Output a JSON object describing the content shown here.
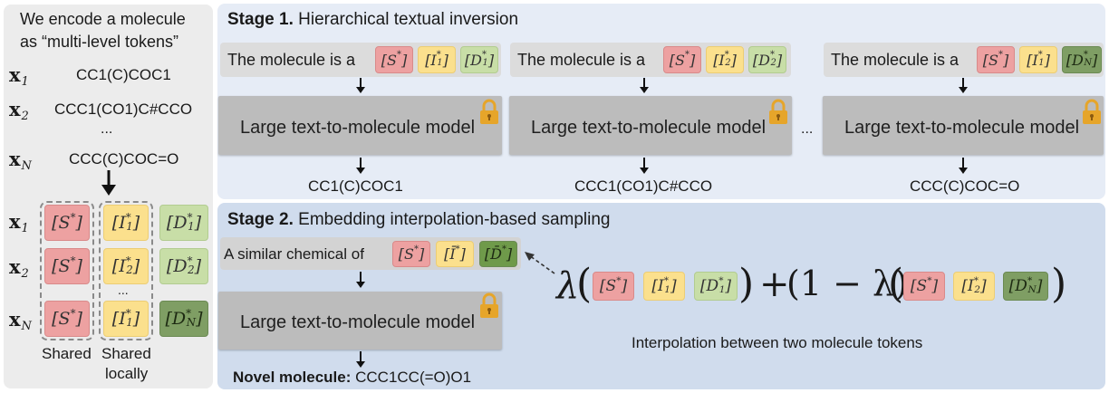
{
  "left_panel": {
    "header_line1": "We encode a molecule",
    "header_line2": "as “multi-level tokens”",
    "molecules": [
      {
        "var": "x",
        "sub": "1",
        "smiles": "CC1(C)COC1"
      },
      {
        "var": "x",
        "sub": "2",
        "smiles": "CCC1(CO1)C#CCO"
      },
      {
        "var": "x",
        "sub": "N",
        "smiles": "CCC(C)COC=O"
      }
    ],
    "dots": "...",
    "token_rows": [
      {
        "var": "x",
        "sub": "1"
      },
      {
        "var": "x",
        "sub": "2"
      },
      {
        "var": "x",
        "sub": "N"
      }
    ],
    "token_dots": "...",
    "shared_label": "Shared",
    "shared_locally_label1": "Shared",
    "shared_locally_label2": "locally"
  },
  "tokens": {
    "S": {
      "base": "[S",
      "sup": "*",
      "close": "]"
    },
    "I1": {
      "base": "[I",
      "sup": "*",
      "sub": "1",
      "close": "]"
    },
    "I2": {
      "base": "[I",
      "sup": "*",
      "sub": "2",
      "close": "]"
    },
    "D1": {
      "base": "[D",
      "sup": "*",
      "sub": "1",
      "close": "]"
    },
    "D2": {
      "base": "[D",
      "sup": "*",
      "sub": "2",
      "close": "]"
    },
    "DN": {
      "base": "[D",
      "sup": "*",
      "sub": "N",
      "close": "]"
    },
    "Ibar": {
      "base": "[Ī",
      "sup": "*",
      "close": "]"
    },
    "Dbar": {
      "base": "[D̄",
      "sup": "*",
      "close": "]"
    }
  },
  "stage1": {
    "title_bold": "Stage 1.",
    "title_rest": " Hierarchical textual inversion",
    "prompt_text": "The molecule is a",
    "model_label": "Large text-to-molecule model",
    "ellipsis": "...",
    "outputs": [
      "CC1(C)COC1",
      "CCC1(CO1)C#CCO",
      "CCC(C)COC=O"
    ]
  },
  "stage2": {
    "title_bold": "Stage 2.",
    "title_rest": " Embedding interpolation-based sampling",
    "prompt_text": "A similar chemical of",
    "model_label": "Large text-to-molecule model",
    "novel_label": "Novel molecule:",
    "novel_smiles": "CCC1CC(=O)O1",
    "formula_lambda": "λ",
    "formula_plus": "+",
    "formula_one_minus": "(1 − λ)",
    "interp_caption": "Interpolation between two molecule tokens"
  },
  "colors": {
    "token_S": "#eda1a1",
    "token_I": "#fbe08d",
    "token_D_light": "#c8dea7",
    "token_D_dark": "#7f9e64",
    "stage1_bg": "#e6ecf6",
    "stage2_bg": "#d0dced",
    "left_bg": "#ececec",
    "model_box": "#bcbcbc",
    "lock": "#e6a52a"
  }
}
